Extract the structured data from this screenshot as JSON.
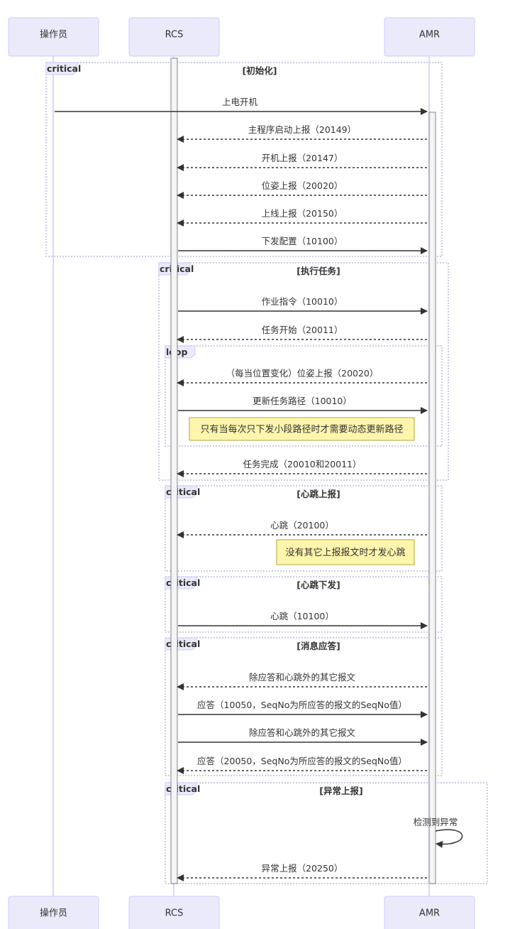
{
  "participants": [
    {
      "id": "op",
      "label": "操作员"
    },
    {
      "id": "rcs",
      "label": "RCS"
    },
    {
      "id": "amr",
      "label": "AMR"
    }
  ],
  "frames": [
    {
      "id": "init",
      "keyword": "critical",
      "title": "[初始化]"
    },
    {
      "id": "task",
      "keyword": "critical",
      "title": "[执行任务]"
    },
    {
      "id": "loop",
      "keyword": "loop",
      "title": ""
    },
    {
      "id": "hb-up",
      "keyword": "critical",
      "title": "[心跳上报]"
    },
    {
      "id": "hb-down",
      "keyword": "critical",
      "title": "[心跳下发]"
    },
    {
      "id": "ack",
      "keyword": "critical",
      "title": "[消息应答]"
    },
    {
      "id": "exc",
      "keyword": "critical",
      "title": "[异常上报]"
    }
  ],
  "messages": [
    {
      "from": "op",
      "to": "amr",
      "style": "solid",
      "label": "上电开机"
    },
    {
      "from": "amr",
      "to": "rcs",
      "style": "dashed",
      "label": "主程序启动上报（20149）"
    },
    {
      "from": "amr",
      "to": "rcs",
      "style": "dashed",
      "label": "开机上报（20147）"
    },
    {
      "from": "amr",
      "to": "rcs",
      "style": "dashed",
      "label": "位姿上报（20020）"
    },
    {
      "from": "amr",
      "to": "rcs",
      "style": "dashed",
      "label": "上线上报（20150）"
    },
    {
      "from": "rcs",
      "to": "amr",
      "style": "solid",
      "label": "下发配置（10100）"
    },
    {
      "from": "rcs",
      "to": "amr",
      "style": "solid",
      "label": "作业指令（10010）"
    },
    {
      "from": "amr",
      "to": "rcs",
      "style": "dashed",
      "label": "任务开始（20011）"
    },
    {
      "from": "amr",
      "to": "rcs",
      "style": "dashed",
      "label": "（每当位置变化）位姿上报（20020）"
    },
    {
      "from": "rcs",
      "to": "amr",
      "style": "solid",
      "label": "更新任务路径（10010）"
    },
    {
      "from": "amr",
      "to": "rcs",
      "style": "dashed",
      "label": "任务完成（20010和20011）"
    },
    {
      "from": "amr",
      "to": "rcs",
      "style": "dashed",
      "label": "心跳（20100）"
    },
    {
      "from": "rcs",
      "to": "amr",
      "style": "solid",
      "label": "心跳（10100）"
    },
    {
      "from": "amr",
      "to": "rcs",
      "style": "dashed",
      "label": "除应答和心跳外的其它报文"
    },
    {
      "from": "rcs",
      "to": "amr",
      "style": "solid",
      "label": "应答（10050，SeqNo为所应答的报文的SeqNo值）"
    },
    {
      "from": "rcs",
      "to": "amr",
      "style": "solid",
      "label": "除应答和心跳外的其它报文"
    },
    {
      "from": "amr",
      "to": "rcs",
      "style": "dashed",
      "label": "应答（20050，SeqNo为所应答的报文的SeqNo值）"
    },
    {
      "from": "amr",
      "to": "amr",
      "style": "solid",
      "label": "检测到异常"
    },
    {
      "from": "amr",
      "to": "rcs",
      "style": "dashed",
      "label": "异常上报（20250）"
    }
  ],
  "notes": [
    {
      "id": "note-path",
      "text": "只有当每次只下发小段路径时才需要动态更新路径"
    },
    {
      "id": "note-heartbeat",
      "text": "没有其它上报报文时才发心跳"
    }
  ],
  "colors": {
    "actor_fill": "#eaeafa",
    "actor_stroke": "#ccccff",
    "lifeline": "#ccccff",
    "activation_fill": "#f4f4f4",
    "activation_stroke": "#666666",
    "frame_stroke": "#bbbbdd",
    "message": "#333333",
    "note_fill": "#fff5ad",
    "note_stroke": "#aaaa33"
  }
}
